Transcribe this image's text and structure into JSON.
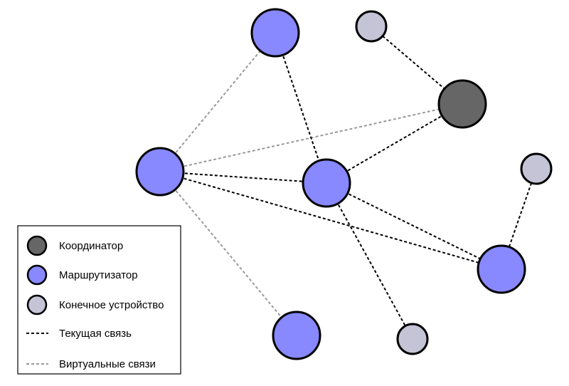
{
  "colors": {
    "coordinator": "#666666",
    "router": "#8888ff",
    "end_device": "#c4c4d6",
    "current_link": "#000000",
    "virtual_link": "#999999",
    "node_stroke": "#000000"
  },
  "nodes": [
    {
      "id": "router-top",
      "type": "router"
    },
    {
      "id": "end-top",
      "type": "end_device"
    },
    {
      "id": "coordinator",
      "type": "coordinator"
    },
    {
      "id": "router-left",
      "type": "router"
    },
    {
      "id": "router-center",
      "type": "router"
    },
    {
      "id": "end-right",
      "type": "end_device"
    },
    {
      "id": "router-right",
      "type": "router"
    },
    {
      "id": "router-bottom",
      "type": "router"
    },
    {
      "id": "end-bottom",
      "type": "end_device"
    }
  ],
  "links": [
    {
      "from": "router-left",
      "to": "router-top",
      "kind": "virtual"
    },
    {
      "from": "router-left",
      "to": "coordinator",
      "kind": "virtual"
    },
    {
      "from": "router-left",
      "to": "router-bottom",
      "kind": "virtual"
    },
    {
      "from": "end-top",
      "to": "coordinator",
      "kind": "current"
    },
    {
      "from": "router-top",
      "to": "router-center",
      "kind": "current"
    },
    {
      "from": "coordinator",
      "to": "router-center",
      "kind": "current"
    },
    {
      "from": "router-left",
      "to": "router-center",
      "kind": "current"
    },
    {
      "from": "router-left",
      "to": "router-right",
      "kind": "current"
    },
    {
      "from": "router-center",
      "to": "router-right",
      "kind": "current"
    },
    {
      "from": "router-center",
      "to": "end-bottom",
      "kind": "current"
    },
    {
      "from": "end-right",
      "to": "router-right",
      "kind": "current"
    }
  ],
  "legend": {
    "coordinator": "Координатор",
    "router": "Маршрутизатор",
    "end_device": "Конечное устройство",
    "current_link": "Текущая связь",
    "virtual_links": "Виртуальные связи"
  }
}
